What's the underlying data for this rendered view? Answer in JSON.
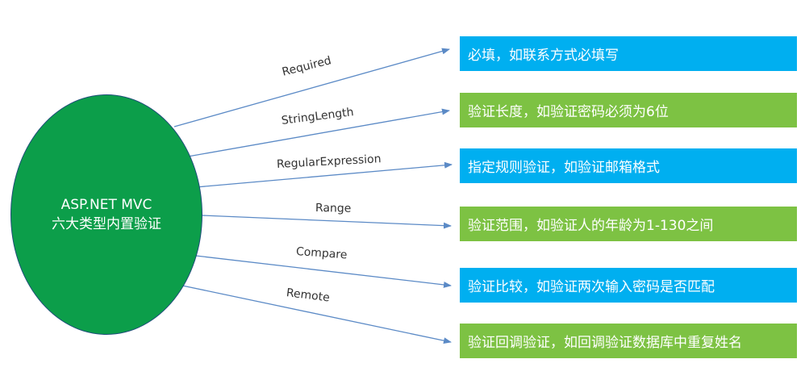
{
  "center": {
    "line1": "ASP.NET MVC",
    "line2": "六大类型内置验证",
    "color": "#0c9e4a"
  },
  "colors": {
    "blue": "#00aff0",
    "green": "#7dc243",
    "arrow": "#5b8ac6"
  },
  "validators": [
    {
      "label": "Required",
      "description": "必填，如联系方式必填写",
      "color": "blue"
    },
    {
      "label": "StringLength",
      "description": "验证长度，如验证密码必须为6位",
      "color": "green"
    },
    {
      "label": "RegularExpression",
      "description": "指定规则验证，如验证邮箱格式",
      "color": "blue"
    },
    {
      "label": "Range",
      "description": "验证范围，如验证人的年龄为1-130之间",
      "color": "green"
    },
    {
      "label": "Compare",
      "description": "验证比较，如验证两次输入密码是否匹配",
      "color": "blue"
    },
    {
      "label": "Remote",
      "description": "验证回调验证，如回调验证数据库中重复姓名",
      "color": "green"
    }
  ]
}
